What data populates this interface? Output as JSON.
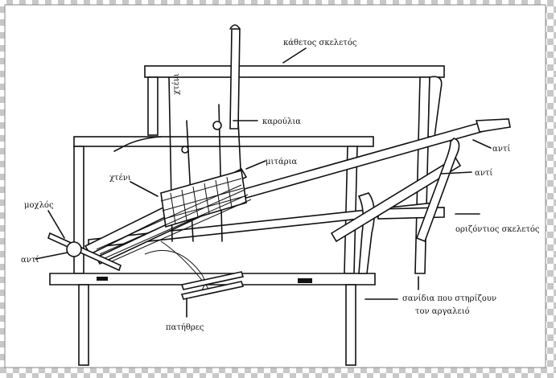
{
  "labels": {
    "vertical_frame": "κάθετος σκελετός",
    "comb_top": "χτένι",
    "heddles": "καρούλια",
    "heddle_bars": "μιτάρια",
    "comb": "χτένι",
    "lever": "μοχλός",
    "anti_left": "αντί",
    "anti_right_top": "αντί",
    "anti_right_mid": "αντί",
    "horizontal_frame": "οριζόντιος σκελετός",
    "planks_line1": "σανίδια που στηρίζουν",
    "planks_line2": "τον αργαλειό",
    "pedals": "πατήθρες"
  },
  "colors": {
    "ink": "#111111",
    "paper": "#ffffff"
  }
}
